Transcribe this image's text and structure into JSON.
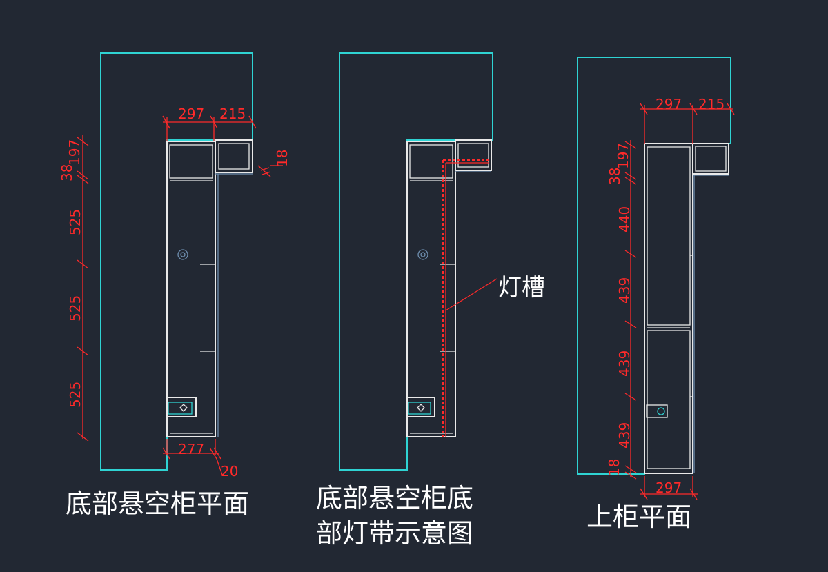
{
  "colors": {
    "background": "#222833",
    "outline": "#2fd3d3",
    "cabinet": "#e9e9e9",
    "dimension": "#ff2a2a",
    "text": "#ffffff"
  },
  "titles": {
    "plan1": "底部悬空柜平面",
    "plan2_line1": "底部悬空柜底",
    "plan2_line2": "部灯带示意图",
    "plan3": "上柜平面"
  },
  "annotations": {
    "light_slot": "灯槽"
  },
  "plan1_dims": {
    "top_left": "297",
    "top_right": "215",
    "right_side": "18",
    "v_small_a": "38",
    "v_small_b": "197",
    "v1": "525",
    "v2": "525",
    "v3": "525",
    "bottom": "277",
    "bottom_small": "20"
  },
  "plan3_dims": {
    "top_left": "297",
    "top_right": "215",
    "v_small_a": "38",
    "v_small_b": "197",
    "v1": "440",
    "v2": "439",
    "v3": "439",
    "v4": "439",
    "v_bottom": "18",
    "bottom": "297"
  }
}
